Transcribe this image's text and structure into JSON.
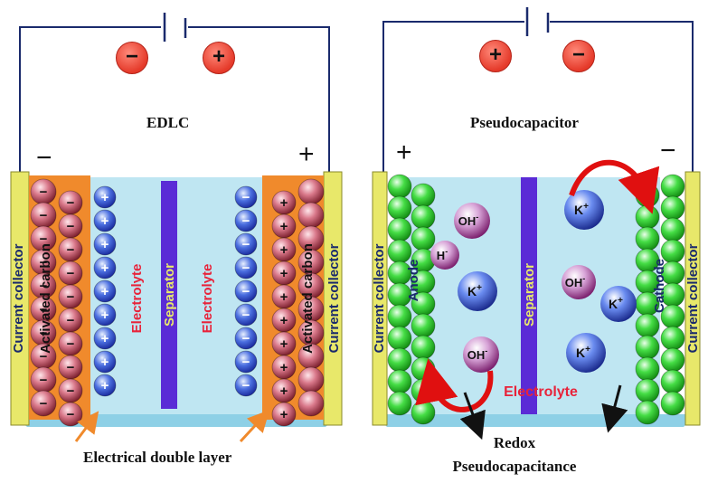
{
  "edlc": {
    "title": "EDLC",
    "battery_left_sign": "−",
    "battery_right_sign": "+",
    "electrode_left_sign": "−",
    "electrode_right_sign": "+",
    "labels": {
      "current_collector": "Current collector",
      "activated_carbon": "Activated carbon",
      "electrolyte": "Electrolyte",
      "separator": "Separator"
    },
    "caption": "Electrical double layer"
  },
  "pseudo": {
    "title": "Pseudocapacitor",
    "battery_left_sign": "+",
    "battery_right_sign": "−",
    "electrode_left_sign": "+",
    "electrode_right_sign": "−",
    "labels": {
      "current_collector": "Current collector",
      "anode": "Anode",
      "cathode": "Cathode",
      "separator": "Separator",
      "electrolyte": "Electrolyte"
    },
    "ions": {
      "oh": "OH",
      "oh_sup": "-",
      "h": "H",
      "h_sup": "-",
      "k": "K",
      "k_sup": "+"
    },
    "caption_line1": "Redox",
    "caption_line2": "Pseudocapacitance"
  },
  "colors": {
    "wire": "#1a2a6c",
    "negative_bubble": "#e53a2a",
    "electrolyte": "#bfe6f2",
    "separator": "#5a2bd6",
    "collector": "#e8e86a",
    "carbon_layer": "#f08a2c",
    "ion_text": "#e8233a",
    "anode_green": "#33d133",
    "label_blue": "#1a2a6c"
  }
}
